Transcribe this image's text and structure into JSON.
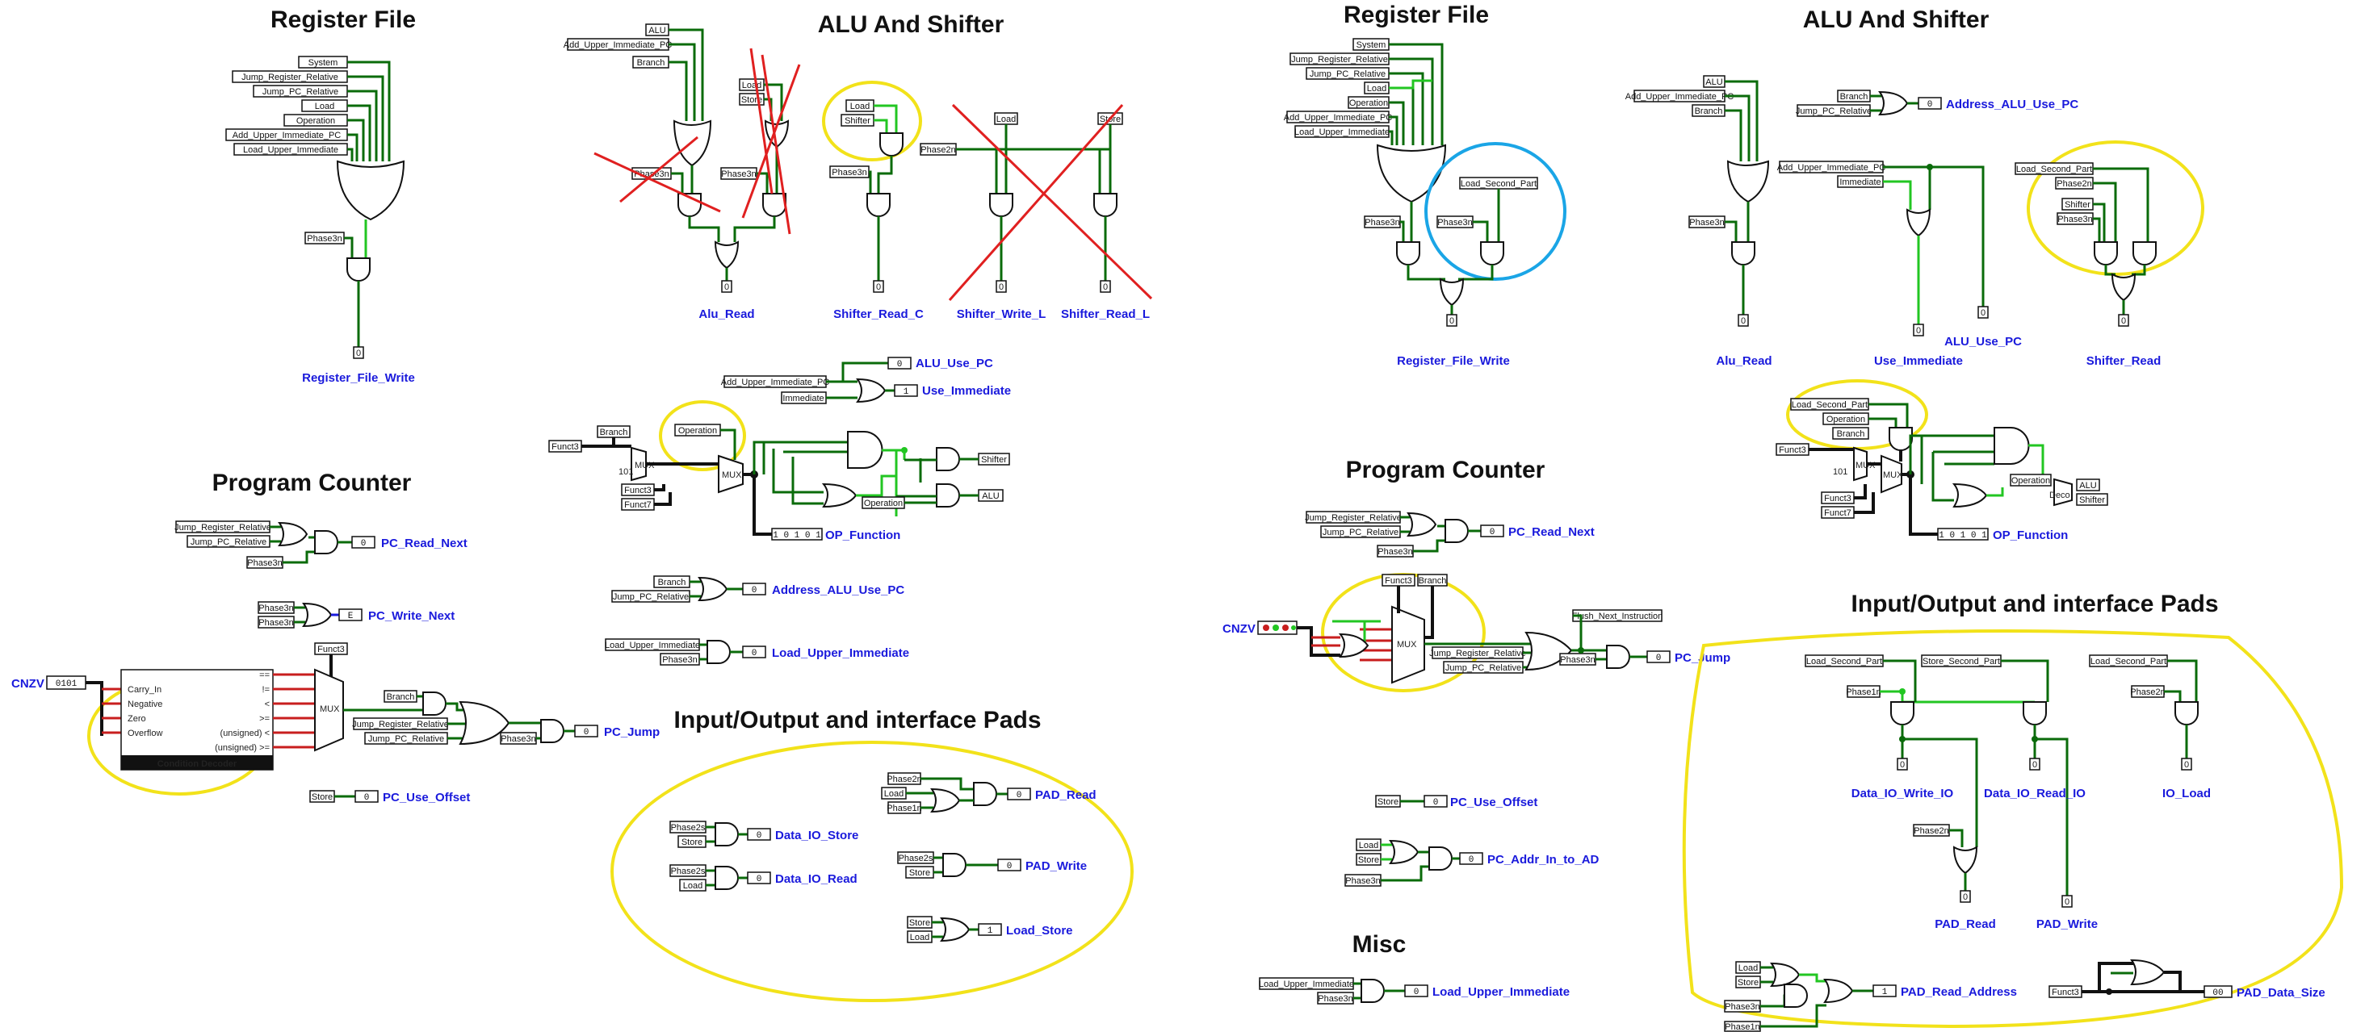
{
  "colors": {
    "wire_dark": "#0a6b0a",
    "wire_light": "#22c622",
    "label_blue": "#1a1adc",
    "highlight_yellow": "#f2e21a",
    "highlight_blue": "#1aa5e6",
    "strike_red": "#e02020"
  },
  "left": {
    "sections": {
      "register_file": "Register File",
      "alu_shifter": "ALU And Shifter",
      "program_counter": "Program Counter",
      "io_pads": "Input/Output and interface Pads"
    },
    "rf_inputs": [
      "System",
      "Jump_Register_Relative",
      "Jump_PC_Relative",
      "Load",
      "Operation",
      "Add_Upper_Immediate_PC",
      "Load_Upper_Immediate"
    ],
    "rf_phase": "Phase3n",
    "rf_output": "Register_File_Write",
    "alu_inputs": [
      "ALU",
      "Add_Upper_Immediate_PC",
      "Branch"
    ],
    "alu_phase_a": "Phase3n",
    "alu_phase_b": "Phase3n",
    "load_store": [
      "Load",
      "Store"
    ],
    "shifter_inputs": [
      "Load",
      "Shifter"
    ],
    "shifter_phase": "Phase3n",
    "write_load": "Load",
    "write_phase": "Phase2n",
    "write_store": "Store",
    "outputs": [
      "Alu_Read",
      "Shifter_Read_C",
      "Shifter_Write_L",
      "Shifter_Read_L"
    ],
    "alu_use_pc": {
      "inputs": [
        "Add_Upper_Immediate_PC",
        "Immediate"
      ],
      "val_a": "0",
      "val_b": "1",
      "out_a": "ALU_Use_PC",
      "out_b": "Use_Immediate"
    },
    "decoder": {
      "funct3": "Funct3",
      "branch": "Branch",
      "operation": "Operation",
      "funct3b": "Funct3",
      "funct7": "Funct7",
      "mux": "MUX",
      "sel": "101",
      "shifter": "Shifter",
      "alu": "ALU",
      "operation2": "Operation",
      "op_val": "1 0 1 0 1",
      "op_out": "OP_Function"
    },
    "addr_alu": {
      "inputs": [
        "Branch",
        "Jump_PC_Relative"
      ],
      "val": "0",
      "out": "Address_ALU_Use_PC"
    },
    "lui": {
      "inputs": [
        "Load_Upper_Immediate",
        "Phase3n"
      ],
      "val": "0",
      "out": "Load_Upper_Immediate"
    },
    "pc": {
      "read_next": {
        "inputs": [
          "Jump_Register_Relative",
          "Jump_PC_Relative",
          "Phase3n"
        ],
        "val": "0",
        "out": "PC_Read_Next"
      },
      "write_next": {
        "inputs": [
          "Phase3n",
          "Phase3n"
        ],
        "val": "E",
        "out": "PC_Write_Next"
      },
      "cnzv": "CNZV",
      "cnzv_bits": "0101",
      "cond": {
        "pins": [
          "Carry_In",
          "Negative",
          "Zero",
          "Overflow"
        ],
        "right": [
          "==",
          "!=",
          "<",
          ">=",
          "(unsigned) <",
          "(unsigned) >="
        ],
        "title": "Condition Decoder"
      },
      "funct3": "Funct3",
      "mux": "MUX",
      "jump": {
        "inputs": [
          "Branch",
          "Jump_Register_Relative",
          "Jump_PC_Relative"
        ],
        "phase": "Phase3n",
        "val": "0",
        "out": "PC_Jump"
      },
      "offset": {
        "input": "Store",
        "val": "0",
        "out": "PC_Use_Offset"
      }
    },
    "io": {
      "pad_read": {
        "inputs": [
          "Phase2n",
          "Load",
          "Phase1n"
        ],
        "val": "0",
        "out": "PAD_Read"
      },
      "io_store": {
        "inputs": [
          "Phase2s",
          "Store"
        ],
        "val": "0",
        "out": "Data_IO_Store"
      },
      "io_read": {
        "inputs": [
          "Phase2s",
          "Load"
        ],
        "val": "0",
        "out": "Data_IO_Read"
      },
      "pad_write": {
        "inputs": [
          "Phase2s",
          "Store"
        ],
        "val": "0",
        "out": "PAD_Write"
      },
      "load_store": {
        "inputs": [
          "Store",
          "Load"
        ],
        "val": "1",
        "out": "Load_Store"
      }
    }
  },
  "right": {
    "sections": {
      "register_file": "Register File",
      "alu_shifter": "ALU And Shifter",
      "program_counter": "Program Counter",
      "io_pads": "Input/Output and interface Pads",
      "misc": "Misc"
    },
    "rf_inputs": [
      "System",
      "Jump_Register_Relative",
      "Jump_PC_Relative",
      "Load",
      "Operation",
      "Add_Upper_Immediate_PC",
      "Load_Upper_Immediate"
    ],
    "rf_phase": "Phase3n",
    "rf_second": "Load_Second_Part",
    "rf_phase2": "Phase3n",
    "rf_output": "Register_File_Write",
    "alu_inputs": [
      "ALU",
      "Add_Upper_Immediate_PC",
      "Branch"
    ],
    "alu_phase": "Phase3n",
    "alu_out": "Alu_Read",
    "addr_pc": {
      "inputs": [
        "Branch",
        "Jump_PC_Relative"
      ],
      "val": "0",
      "out": "Address_ALU_Use_PC"
    },
    "imm": {
      "inputs": [
        "Add_Upper_Immediate_PC",
        "Immediate"
      ],
      "out_a": "Use_Immediate",
      "out_b": "ALU_Use_PC"
    },
    "shifter": {
      "inputs": [
        "Load_Second_Part",
        "Phase2n",
        "Shifter",
        "Phase3n"
      ],
      "out": "Shifter_Read"
    },
    "decoder": {
      "inputs": [
        "Load_Second_Part",
        "Operation",
        "Branch"
      ],
      "funct3": "Funct3",
      "funct3b": "Funct3",
      "funct7": "Funct7",
      "mux": "MUX",
      "sel": "101",
      "operation": "Operation",
      "deco": "Deco",
      "alu": "ALU",
      "shifter": "Shifter",
      "op_val": "1 0 1 0 1",
      "op_out": "OP_Function"
    },
    "pc": {
      "read_next": {
        "inputs": [
          "Jump_Register_Relative",
          "Jump_PC_Relative",
          "Phase3n"
        ],
        "val": "0",
        "out": "PC_Read_Next"
      },
      "cnzv": "CNZV",
      "funct3": "Funct3",
      "branch": "Branch",
      "mux": "MUX",
      "jump": {
        "inputs": [
          "Jump_Register_Relative",
          "Jump_PC_Relative"
        ],
        "flush": "Flush_Next_Instruction",
        "phase": "Phase3n",
        "val": "0",
        "out": "PC_Jump"
      },
      "offset": {
        "input": "Store",
        "val": "0",
        "out": "PC_Use_Offset"
      },
      "addr_in": {
        "inputs": [
          "Load",
          "Store",
          "Phase3n"
        ],
        "val": "0",
        "out": "PC_Addr_In_to_AD"
      }
    },
    "misc": {
      "inputs": [
        "Load_Upper_Immediate",
        "Phase3n"
      ],
      "val": "0",
      "out": "Load_Upper_Immediate"
    },
    "io": {
      "inputs": [
        "Load_Second_Part",
        "Store_Second_Part",
        "Load_Second_Part"
      ],
      "phase_a": "Phase1n",
      "phase_b": "Phase2n",
      "outs": [
        "Data_IO_Write_IO",
        "Data_IO_Read_IO",
        "IO_Load"
      ],
      "phase_c": "Phase2n",
      "pad_read": "PAD_Read",
      "pad_write": "PAD_Write",
      "addr": {
        "inputs": [
          "Load",
          "Store",
          "Phase3n",
          "Phase1n"
        ],
        "val": "1",
        "out": "PAD_Read_Address"
      },
      "size": {
        "input": "Funct3",
        "val": "00",
        "out": "PAD_Data_Size"
      }
    }
  }
}
